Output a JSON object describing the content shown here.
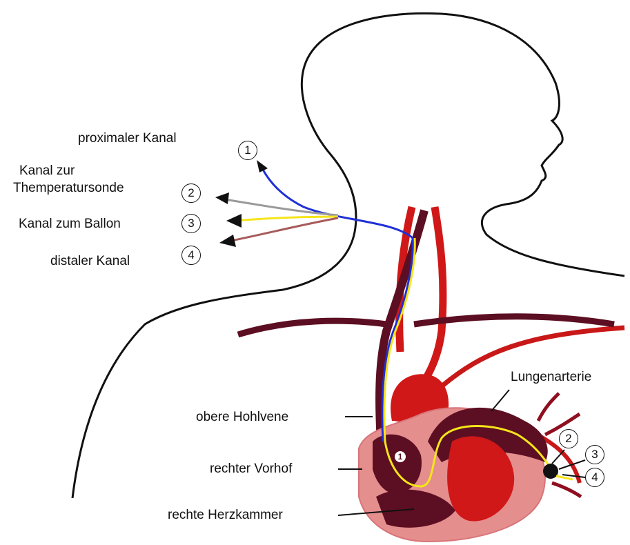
{
  "labels": {
    "proximal": "proximaler Kanal",
    "temp_line1": "Kanal zur",
    "temp_line2": "Themperatursonde",
    "ballon": "Kanal zum Ballon",
    "distal": "distaler Kanal",
    "lungenarterie": "Lungenarterie",
    "hohlvene": "obere Hohlvene",
    "vorhof": "rechter Vorhof",
    "herzkammer": "rechte Herzkammer"
  },
  "markers": {
    "m1": "1",
    "m2": "2",
    "m3": "3",
    "m4": "4",
    "left_1": "1",
    "left_2": "2",
    "left_3": "3",
    "left_4": "4",
    "right_2": "2",
    "right_3": "3",
    "right_4": "4",
    "atrium_1": "1"
  },
  "colors": {
    "outline": "#111111",
    "proximal_line": "#1f2fd6",
    "temp_line": "#9a9a9a",
    "ballon_line": "#f5e51a",
    "distal_line": "#a85a5a",
    "artery": "#d01818",
    "vein": "#5c0f22",
    "heart_light": "#e58e8e"
  }
}
